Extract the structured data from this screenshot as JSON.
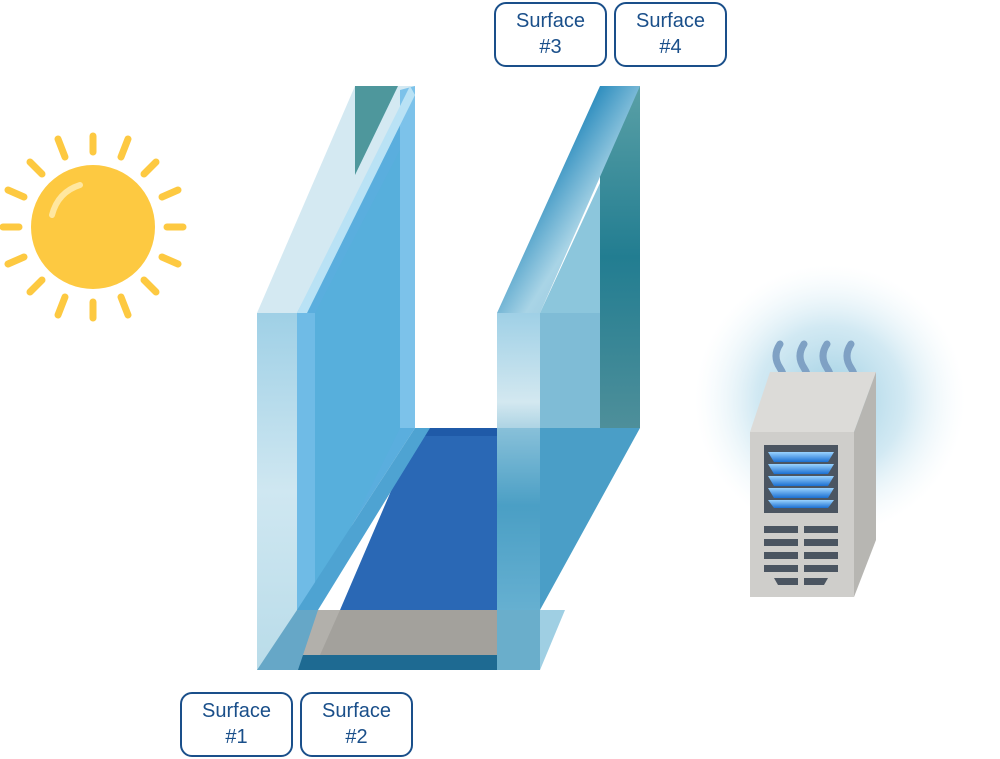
{
  "labels": {
    "surface_1": {
      "line1": "Surface",
      "line2": "#1"
    },
    "surface_2": {
      "line1": "Surface",
      "line2": "#2"
    },
    "surface_3": {
      "line1": "Surface",
      "line2": "#3"
    },
    "surface_4": {
      "line1": "Surface",
      "line2": "#4"
    }
  },
  "icons": {
    "sun": "sun-icon",
    "heater": "heater-icon",
    "glass_unit": "double-pane-glass-unit"
  },
  "colors": {
    "label_border": "#1a4f8a",
    "label_text": "#1a4f8a",
    "sun": "#fdc941",
    "cavity": "#2a68b5",
    "spacer": "#a3a19c",
    "heater_body": "#cfcecb",
    "heater_glow": "#bfe0ee"
  }
}
